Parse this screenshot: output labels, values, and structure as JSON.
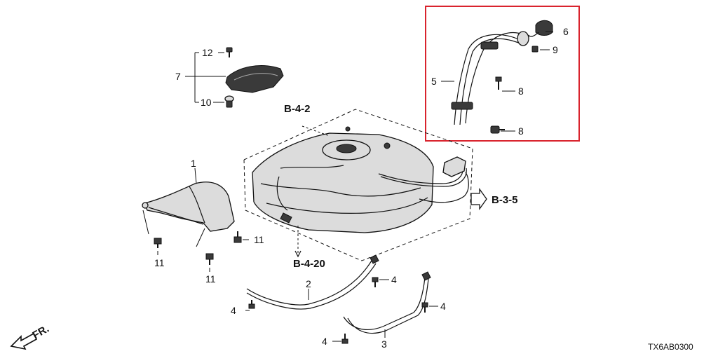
{
  "callouts": {
    "c1": "1",
    "c2": "2",
    "c3": "3",
    "c4a": "4",
    "c4b": "4",
    "c4c": "4",
    "c4d": "4",
    "c5": "5",
    "c6": "6",
    "c7": "7",
    "c8a": "8",
    "c8b": "8",
    "c9": "9",
    "c10": "10",
    "c11a": "11",
    "c11b": "11",
    "c11c": "11",
    "c12": "12"
  },
  "refs": {
    "b42": "B-4-2",
    "b420": "B-4-20",
    "b35": "B-3-5"
  },
  "front_label": "FR.",
  "diagram_code": "TX6AB0300",
  "colors": {
    "highlight_box": "#d9232d",
    "line": "#111111",
    "part_fill": "#dcdcdc"
  }
}
